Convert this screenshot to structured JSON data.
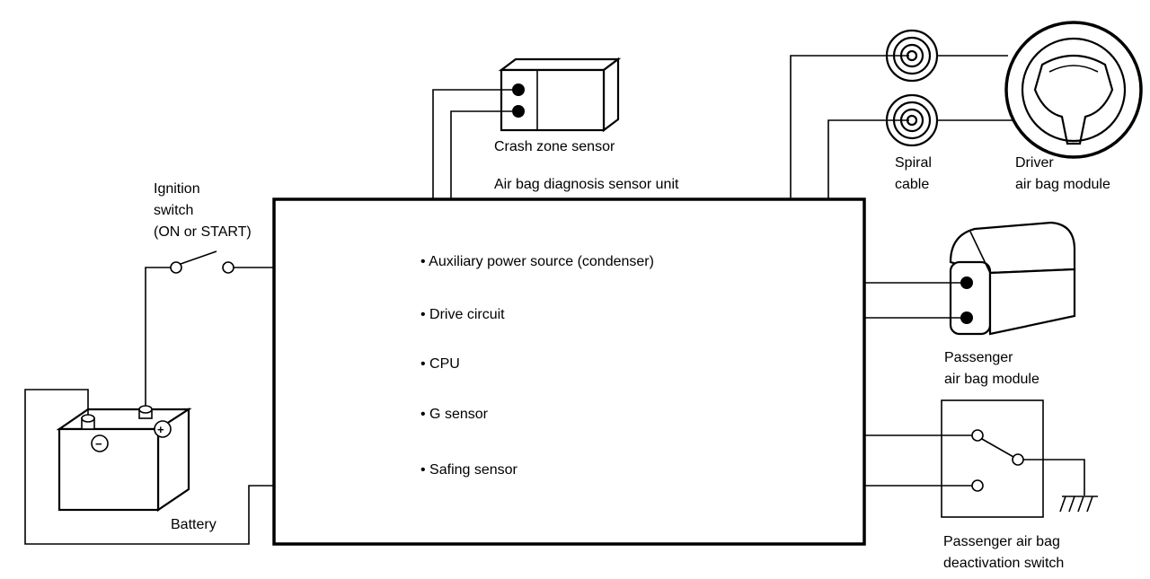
{
  "labels": {
    "crash_zone_sensor": "Crash zone sensor",
    "diagnosis_unit": "Air bag diagnosis sensor unit",
    "ignition_1": "Ignition",
    "ignition_2": "switch",
    "ignition_3": "(ON or START)",
    "spiral_1": "Spiral",
    "spiral_2": "cable",
    "driver_1": "Driver",
    "driver_2": "air bag module",
    "passenger_1": "Passenger",
    "passenger_2": "air bag module",
    "deact_1": "Passenger air bag",
    "deact_2": "deactivation switch",
    "battery": "Battery",
    "battery_minus": "−",
    "battery_plus": "+"
  },
  "unit_items": [
    "• Auxiliary power source (condenser)",
    "• Drive circuit",
    "• CPU",
    "• G sensor",
    "• Safing sensor"
  ]
}
